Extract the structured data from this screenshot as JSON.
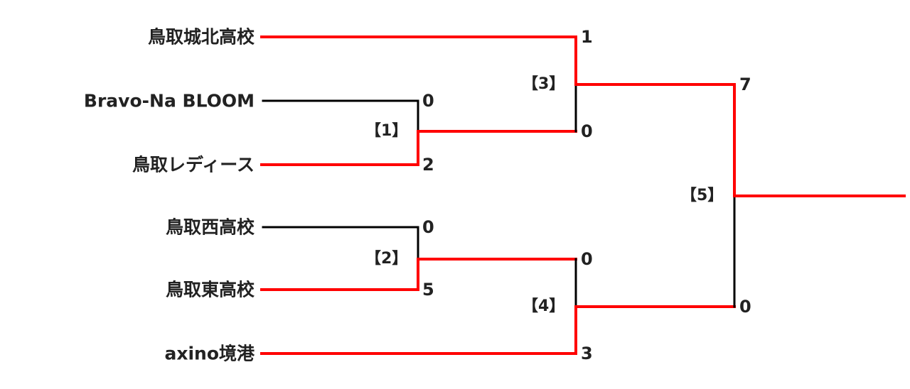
{
  "colors": {
    "win_line": "#ff0000",
    "lose_line": "#000000",
    "text": "#222222"
  },
  "teams": [
    {
      "name": "鳥取城北高校"
    },
    {
      "name": "Bravo-Na BLOOM"
    },
    {
      "name": "鳥取レディース"
    },
    {
      "name": "鳥取西高校"
    },
    {
      "name": "鳥取東高校"
    },
    {
      "name": "axino境港"
    }
  ],
  "matches": [
    {
      "label": "【1】",
      "top_team": "Bravo-Na BLOOM",
      "bottom_team": "鳥取レディース",
      "top_score": "0",
      "bottom_score": "2",
      "winner": "bottom"
    },
    {
      "label": "【2】",
      "top_team": "鳥取西高校",
      "bottom_team": "鳥取東高校",
      "top_score": "0",
      "bottom_score": "5",
      "winner": "bottom"
    },
    {
      "label": "【3】",
      "top_team": "鳥取城北高校",
      "bottom_team": "鳥取レディース",
      "top_score": "1",
      "bottom_score": "0",
      "winner": "top"
    },
    {
      "label": "【4】",
      "top_team": "鳥取東高校",
      "bottom_team": "axino境港",
      "top_score": "0",
      "bottom_score": "3",
      "winner": "bottom"
    },
    {
      "label": "【5】",
      "top_team": "鳥取城北高校",
      "bottom_team": "axino境港",
      "top_score": "7",
      "bottom_score": "0",
      "winner": "top"
    }
  ]
}
